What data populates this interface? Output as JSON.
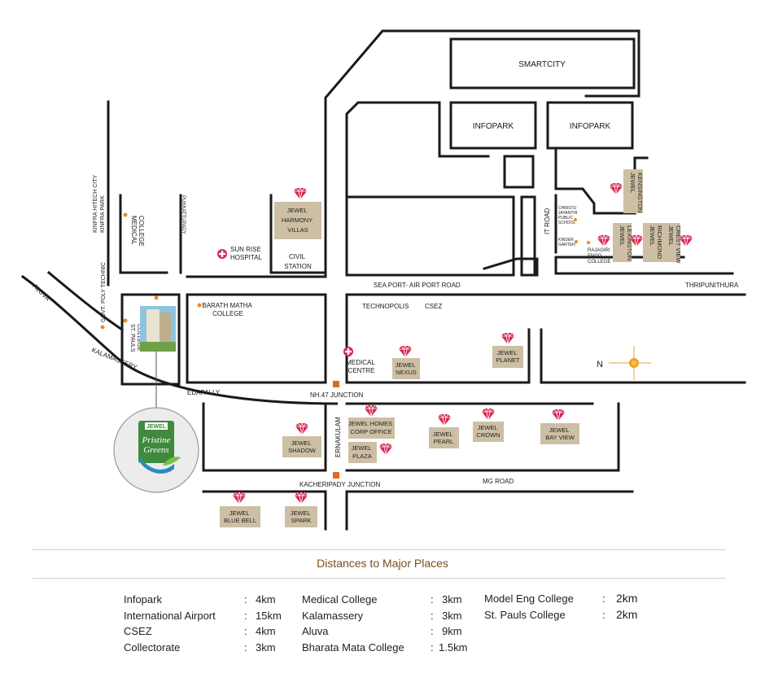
{
  "map": {
    "places": {
      "smartcity": "SMARTCITY",
      "infopark_1": "INFOPARK",
      "infopark_2": "INFOPARK",
      "civil_station": [
        "CIVIL",
        "STATION"
      ],
      "sun_rise_hospital": [
        "SUN RISE",
        "HOSPITAL"
      ],
      "barath_matha_college": [
        "BARATH MATHA",
        "COLLEGE"
      ],
      "technopolis": "TECHNOPOLIS",
      "csez": "CSEZ",
      "medical_centre": [
        "MEDICAL",
        "CENTRE"
      ],
      "christu_jayanthi": [
        "CHRISTU",
        "JAYANTHI",
        "PUBLIC",
        "SCHOOL"
      ],
      "kinder_garten": [
        "KINDER",
        "GARTEN"
      ],
      "rajagiri": [
        "RAJAGIRI",
        "ENGG.",
        "COLLEGE"
      ],
      "medical_college": [
        "MEDICAL",
        "COLLEGE"
      ],
      "kinfra": [
        "KINFRA HITECH CITY",
        "KINFRA PARK"
      ],
      "govt_poly": "GOVT. POLY TECHNIC",
      "st_pauls": [
        "ST. PAULS",
        "COLLEGE"
      ],
      "pukkattupady": "PUKKATTUPADY"
    },
    "roads": {
      "seaport_airport": "SEA PORT- AIR PORT ROAD",
      "thripunithura": "THRIPUNITHURA",
      "it_road": "IT ROAD",
      "aluva": "ALUVA",
      "kalamassery": "KALAMASSERY",
      "edapally": "EDAPALLY",
      "nh47_junction": "NH.47  JUNCTION",
      "ernakulam": "ERNAKULAM",
      "kacheripady_junction": "KACHERIPADY JUNCTION",
      "mg_road": "MG ROAD"
    },
    "north_label": "N",
    "jewel_projects": {
      "harmony": [
        "JEWEL",
        "HARMONY",
        "VILLAS"
      ],
      "kensington": [
        "JEWEL",
        "KENSINGTON"
      ],
      "lexington": [
        "JEWEL",
        "LEXINGTON"
      ],
      "richmond": [
        "JEWEL",
        "RICHMOND"
      ],
      "crest_view": [
        "JEWEL",
        "CREST VIEW"
      ],
      "nexus": [
        "JEWEL",
        "NEXUS"
      ],
      "planet": [
        "JEWEL",
        "PLANET"
      ],
      "homes_corp": [
        "JEWEL HOMES",
        "CORP OFFICE"
      ],
      "plaza": [
        "JEWEL",
        "PLAZA"
      ],
      "pearl": [
        "JEWEL",
        "PEARL"
      ],
      "crown": [
        "JEWEL",
        "CROWN"
      ],
      "bay_view": [
        "JEWEL",
        "BAY VIEW"
      ],
      "shadow": [
        "JEWEL",
        "SHADOW"
      ],
      "blue_bell": [
        "JEWEL",
        "BLUE BELL"
      ],
      "spark": [
        "JEWEL",
        "SPARK"
      ]
    },
    "featured": {
      "brand": "JEWEL",
      "name_line1": "Pristine",
      "name_line2": "Greens"
    }
  },
  "distances": {
    "heading": "Distances to Major Places",
    "col1": [
      {
        "place": "Infopark",
        "dist": "4km"
      },
      {
        "place": "International Airport",
        "dist": "15km"
      },
      {
        "place": "CSEZ",
        "dist": "4km"
      },
      {
        "place": "Collectorate",
        "dist": "3km"
      }
    ],
    "col2": [
      {
        "place": "Medical College",
        "dist": "3km"
      },
      {
        "place": "Kalamassery",
        "dist": "3km"
      },
      {
        "place": "Aluva",
        "dist": "9km"
      },
      {
        "place": "Bharata Mata College",
        "dist": "1.5km"
      }
    ],
    "col3": [
      {
        "place": "Model Eng College",
        "dist": "2km"
      },
      {
        "place": "St. Pauls College",
        "dist": "2km"
      }
    ]
  },
  "colors": {
    "project_box": "#cdbfa4",
    "gem": "#d9264f",
    "heading": "#7a4d1d",
    "featured_green": "#3f8a3c"
  }
}
